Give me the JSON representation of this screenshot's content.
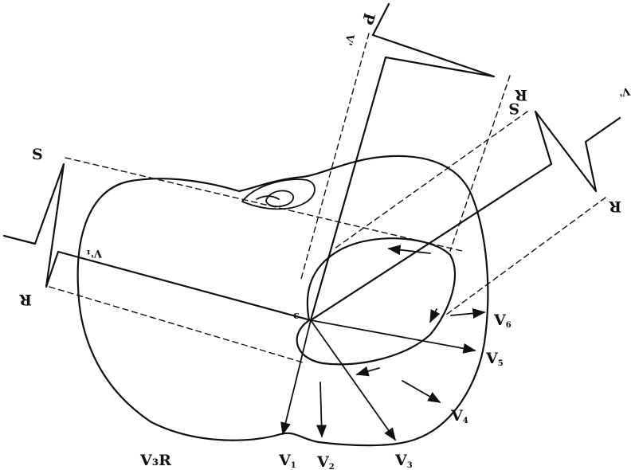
{
  "labels": {
    "s_left": "S",
    "r_left": "R",
    "v1_prime_left": "V'₁",
    "v_prime_top": "V'",
    "p_top": "P",
    "r_top": "R",
    "s_right": "S",
    "r_right": "R",
    "v_prime_right": "V'",
    "center": "c",
    "v6": {
      "base": "V",
      "sub": "6"
    },
    "v5": {
      "base": "V",
      "sub": "5"
    },
    "v4": {
      "base": "V",
      "sub": "4"
    },
    "v3": {
      "base": "V",
      "sub": "3"
    },
    "v2": {
      "base": "V",
      "sub": "2"
    },
    "v1": {
      "base": "V",
      "sub": "1"
    },
    "v3r": "V₃R"
  },
  "colors": {
    "ink": "#111111",
    "background": "#ffffff"
  }
}
